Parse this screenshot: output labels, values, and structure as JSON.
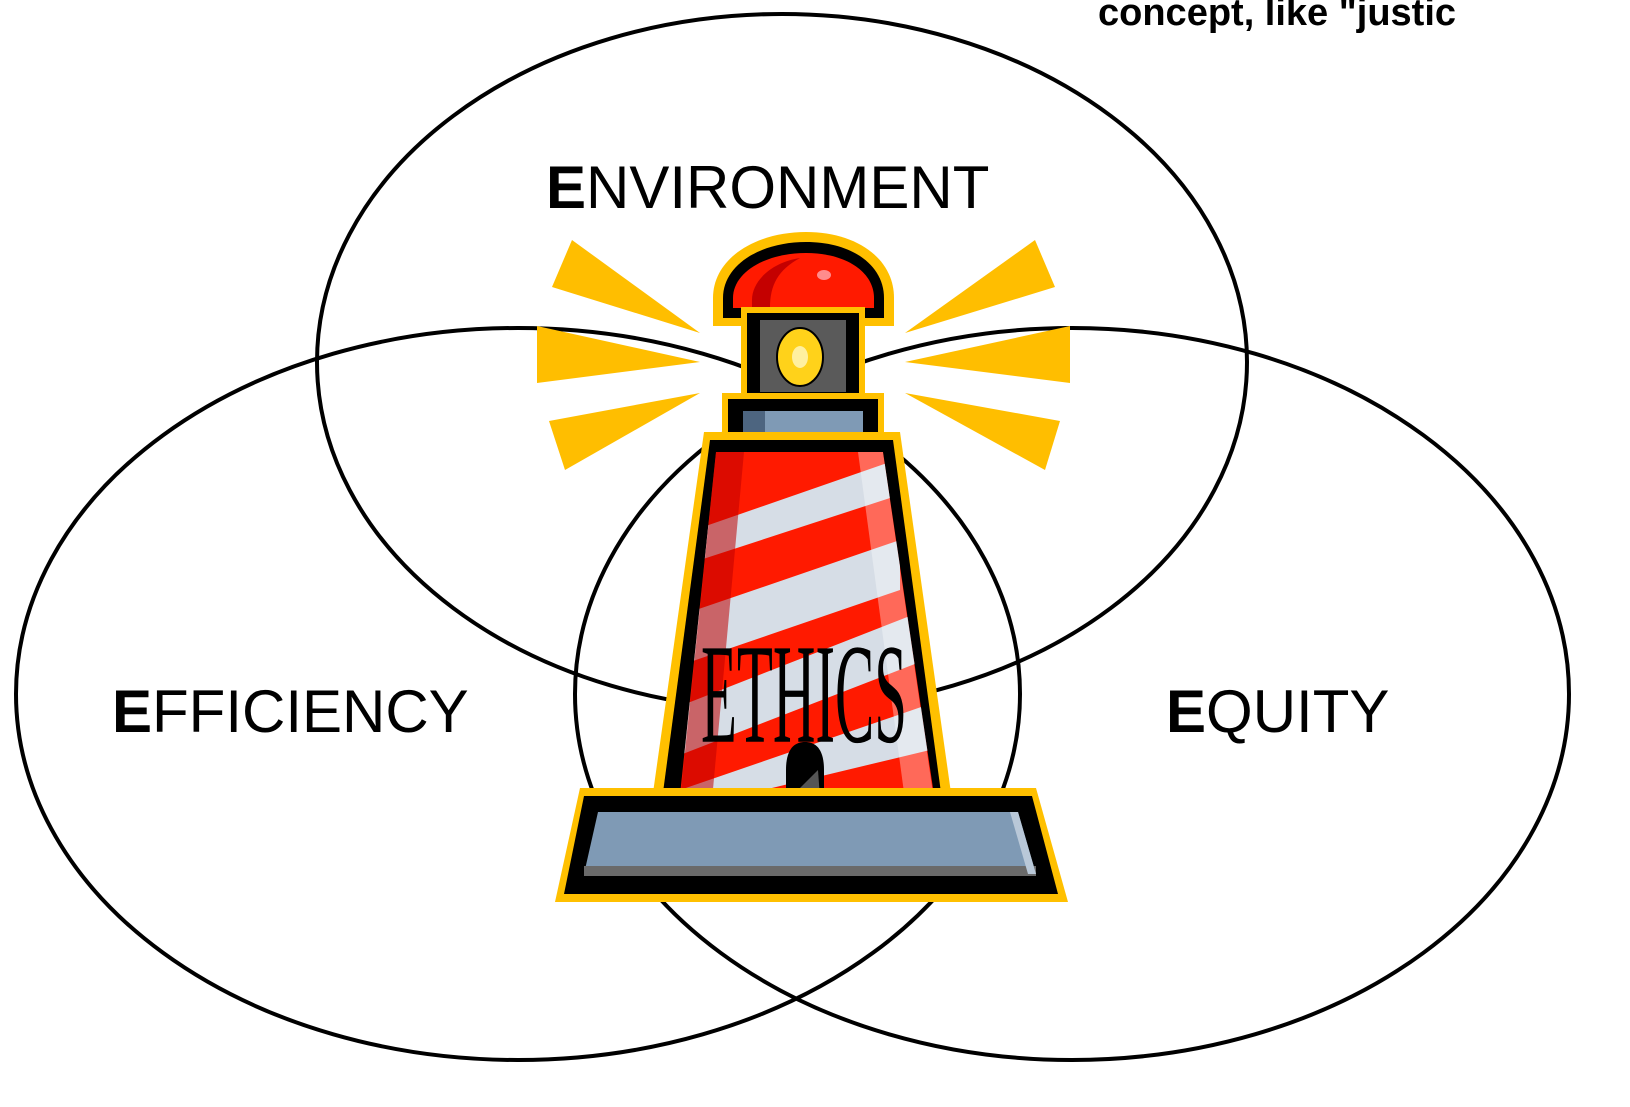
{
  "caption": "concept, like \"justic",
  "labels": {
    "environment": {
      "first": "E",
      "rest": "NVIRONMENT"
    },
    "efficiency": {
      "first": "E",
      "rest": "FFICIENCY"
    },
    "equity": {
      "first": "E",
      "rest": "QUITY"
    }
  },
  "center": {
    "word": "ETHICS",
    "icon": "lighthouse-icon"
  },
  "colors": {
    "stroke": "#000000",
    "beam": "#ffbe00",
    "tower_red": "#ff1a00",
    "stripe": "#d6dde6",
    "base": "#7f9ab5",
    "lens": "#ffd21a",
    "outline_glow": "#ffc000"
  }
}
